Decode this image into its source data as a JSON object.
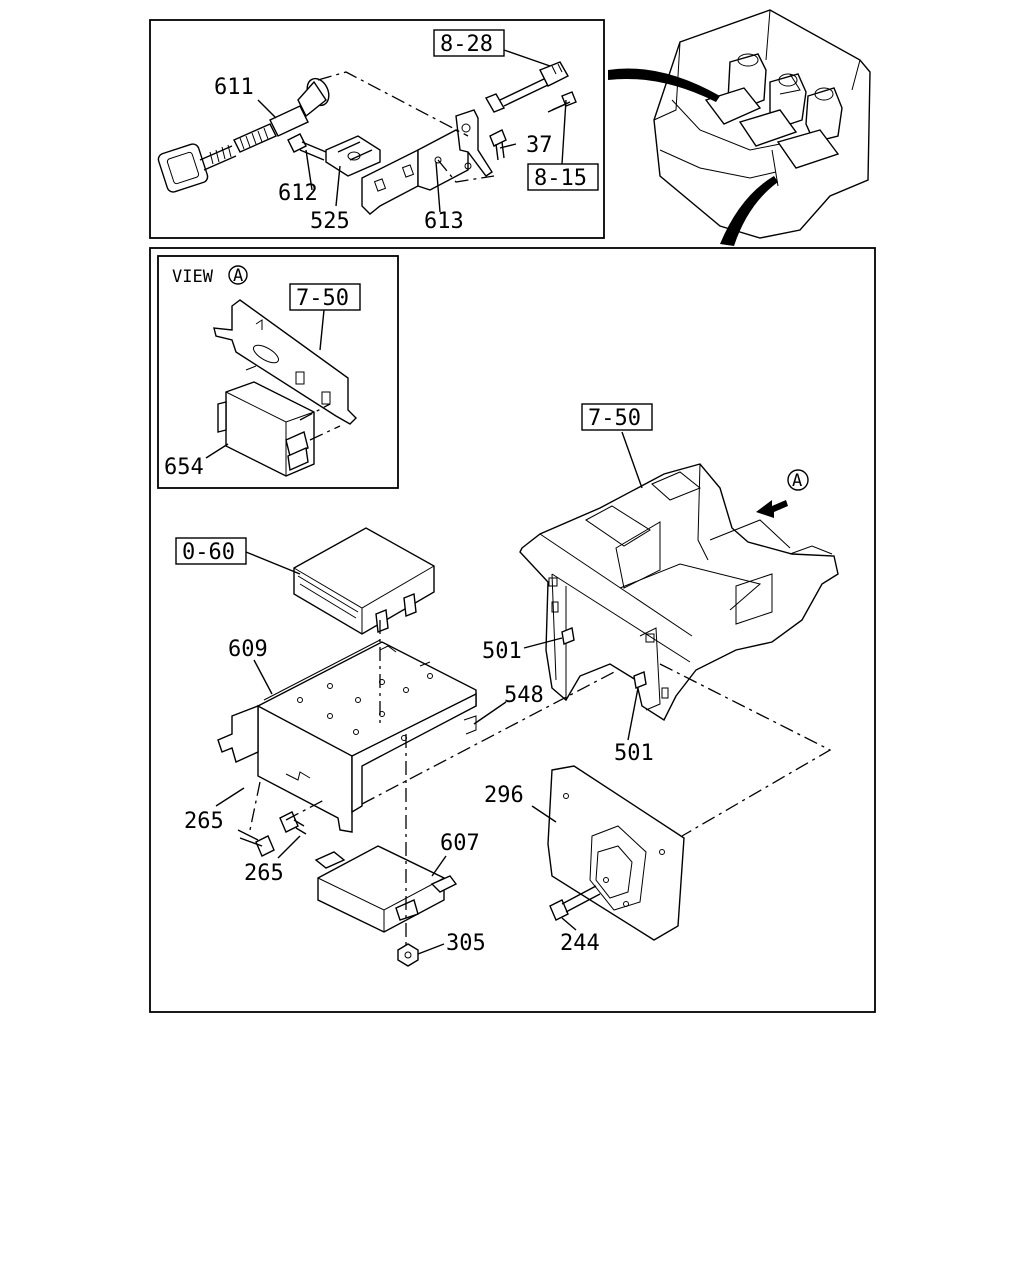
{
  "diagram": {
    "view_label": "VIEW",
    "view_marker": "A",
    "arrow_marker": "A",
    "boxed_refs": {
      "ref_828": "8-28",
      "ref_815": "8-15",
      "ref_750_view": "7-50",
      "ref_750_main": "7-50",
      "ref_060": "0-60"
    },
    "callouts": {
      "c611": "611",
      "c612": "612",
      "c525": "525",
      "c613": "613",
      "c37": "37",
      "c654": "654",
      "c609": "609",
      "c548": "548",
      "c501a": "501",
      "c501b": "501",
      "c296": "296",
      "c265a": "265",
      "c265b": "265",
      "c607": "607",
      "c305": "305",
      "c244": "244"
    }
  }
}
